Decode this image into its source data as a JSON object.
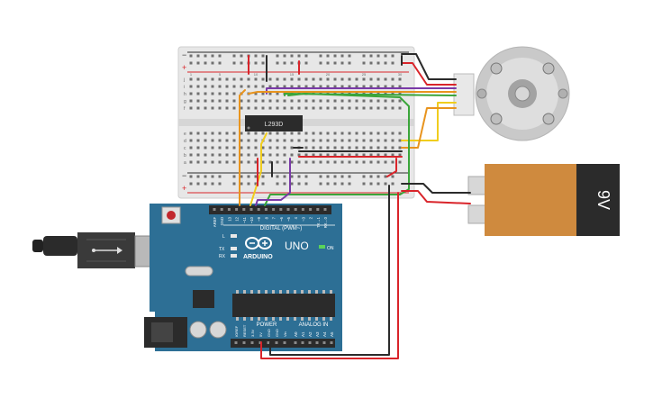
{
  "breadboard": {
    "col_numbers_top": [
      "1",
      "",
      "",
      "",
      "5",
      "",
      "",
      "",
      "",
      "10",
      "",
      "",
      "",
      "",
      "15",
      "",
      "",
      "",
      "",
      "20",
      "",
      "",
      "",
      "",
      "25",
      "",
      "",
      "",
      "",
      "30"
    ],
    "row_letters_top": [
      "j",
      "i",
      "h",
      "g",
      "f"
    ],
    "row_letters_bottom": [
      "e",
      "d",
      "c",
      "b",
      "a"
    ],
    "rail_minus": "−",
    "rail_plus": "+"
  },
  "ic_chip": {
    "label": "L293D"
  },
  "arduino": {
    "brand": "ARDUINO",
    "model": "UNO",
    "on_label": "ON",
    "digital_header": "DIGITAL (PWM~)",
    "power_header": "POWER",
    "analog_header": "ANALOG IN",
    "led_labels": [
      "L",
      "TX",
      "RX"
    ],
    "digital_pins": [
      "AREF",
      "GND",
      "13",
      "12",
      "~11",
      "~10",
      "~9",
      "8",
      "7",
      "~6",
      "~5",
      "4",
      "~3",
      "2",
      "TX→1",
      "RX←0"
    ],
    "power_pins": [
      "IOREF",
      "RESET",
      "3.3V",
      "5V",
      "GND",
      "GND",
      "Vin"
    ],
    "analog_pins": [
      "A0",
      "A1",
      "A2",
      "A3",
      "A4",
      "A5"
    ]
  },
  "battery": {
    "label": "9V"
  },
  "colors": {
    "red_wire": "#d9242a",
    "black_wire": "#2b2b2b",
    "orange_wire": "#e8941e",
    "yellow_wire": "#f0cd1e",
    "green_wire": "#3aa53a",
    "purple_wire": "#7a3aa8",
    "board_blue": "#2d6f95",
    "battery_orange": "#cf8a3e"
  }
}
